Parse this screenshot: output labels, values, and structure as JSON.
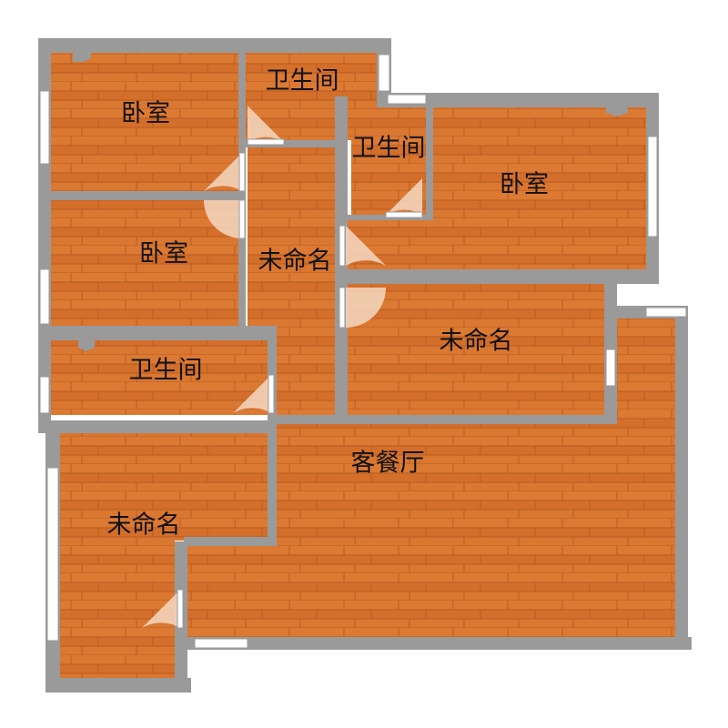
{
  "floorplan": {
    "rooms": [
      {
        "id": "bedroom-1",
        "label": "卧室"
      },
      {
        "id": "bathroom-1",
        "label": "卫生间"
      },
      {
        "id": "bathroom-2",
        "label": "卫生间"
      },
      {
        "id": "bedroom-2",
        "label": "卧室"
      },
      {
        "id": "bedroom-3",
        "label": "卧室"
      },
      {
        "id": "unnamed-1",
        "label": "未命名"
      },
      {
        "id": "unnamed-2",
        "label": "未命名"
      },
      {
        "id": "bathroom-3",
        "label": "卫生间"
      },
      {
        "id": "living-dining",
        "label": "客餐厅"
      },
      {
        "id": "unnamed-3",
        "label": "未命名"
      }
    ],
    "colors": {
      "wall": "#9a9a9a",
      "floor": "#d9742e",
      "plank_line": "#b85c22",
      "plank_joint": "#c96a28",
      "window": "#ffffff",
      "door_arc": "#f4d8c2"
    }
  }
}
